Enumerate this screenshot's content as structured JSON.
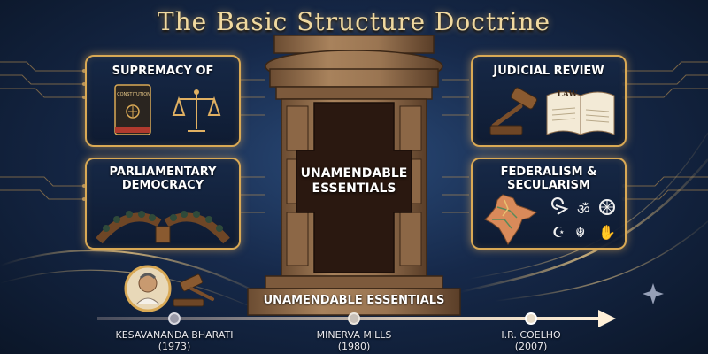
{
  "title": "The Basic Structure Doctrine",
  "cards": {
    "supremacy": {
      "title": "SUPREMACY OF",
      "book_label": "CONSTITUTION"
    },
    "judicial": {
      "title": "JUDICIAL REVIEW",
      "book_label": "LAW"
    },
    "parliamentary": {
      "title_line1": "PARLIAMENTARY",
      "title_line2": "DEMOCRACY"
    },
    "federalism": {
      "title_line1": "FEDERALISM &",
      "title_line2": "SECULARISM"
    }
  },
  "pillar": {
    "center_line1": "UNAMENDABLE",
    "center_line2": "ESSENTIALS",
    "base_label": "UNAMENDABLE ESSENTIALS"
  },
  "timeline": {
    "events": [
      {
        "name": "KESAVANANDA BHARATI",
        "year": "(1973)"
      },
      {
        "name": "MINERVA MILLS",
        "year": "(1980)"
      },
      {
        "name": "I.R. COELHO",
        "year": "(2007)"
      }
    ]
  },
  "colors": {
    "gold": "#d9a955",
    "background": "#16294a",
    "stone": "#8a6a4a"
  },
  "icons": [
    "constitution-book-icon",
    "scales-of-justice-icon",
    "gavel-icon",
    "law-book-icon",
    "parliament-chamber-icon",
    "india-map-icon",
    "religious-symbols-icon",
    "portrait-icon",
    "sparkle-icon"
  ]
}
